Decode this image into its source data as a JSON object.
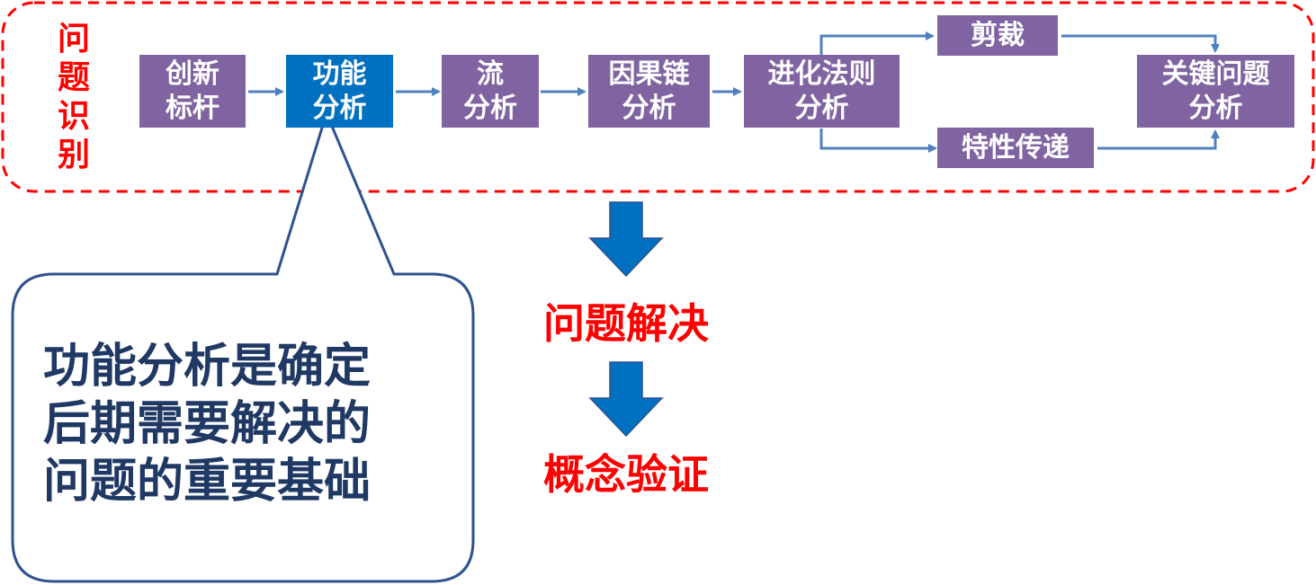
{
  "problem_identification": {
    "label_chars": [
      "问",
      "题",
      "识",
      "别"
    ],
    "steps": [
      {
        "lines": [
          "创新",
          "标杆"
        ],
        "highlight": false
      },
      {
        "lines": [
          "功能",
          "分析"
        ],
        "highlight": true
      },
      {
        "lines": [
          "流",
          "分析"
        ],
        "highlight": false
      },
      {
        "lines": [
          "因果链",
          "分析"
        ],
        "highlight": false
      },
      {
        "lines": [
          "进化法则",
          "分析"
        ],
        "highlight": false
      }
    ],
    "branches": {
      "upper": "剪裁",
      "lower": "特性传递"
    },
    "final": {
      "lines": [
        "关键问题",
        "分析"
      ]
    }
  },
  "stages": {
    "solve": "问题解决",
    "verify": "概念验证"
  },
  "callout": {
    "lines": [
      "功能分析是确定",
      "后期需要解决的",
      "问题的重要基础"
    ]
  },
  "colors": {
    "frame": "#ff0000",
    "box": "#8064a2",
    "highlight": "#0070c0",
    "arrow": "#4f81bd",
    "down_arrow": "#0070c0",
    "callout_border": "#2f528f",
    "callout_text": "#1f3864",
    "stage_text": "#ff0000"
  }
}
